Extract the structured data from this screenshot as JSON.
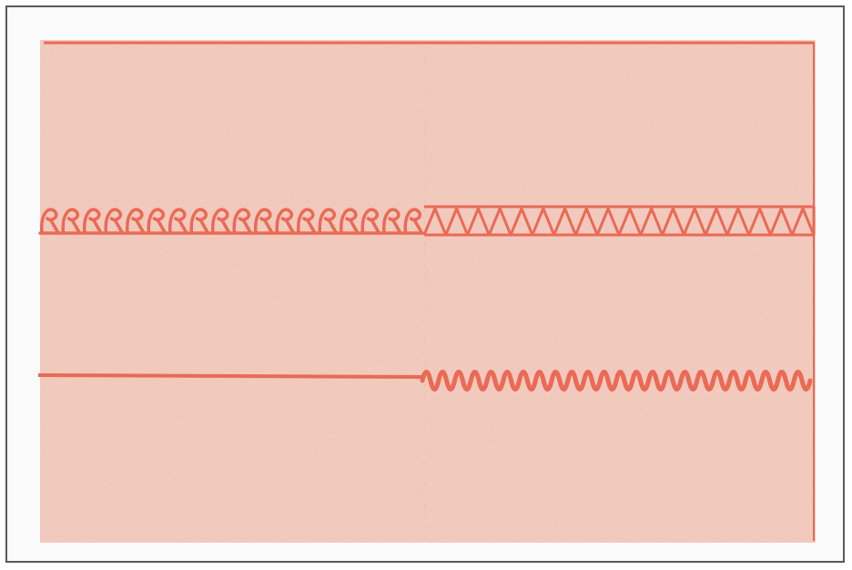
{
  "colors": {
    "background": "#ffffff",
    "frame_border": "#5a5a5a",
    "fabric": "#f2cdc1",
    "fabric_speck": "#d98c78",
    "thread": "#ea6a55"
  },
  "illustration": {
    "subject": "fabric-swatch-stitch-samples",
    "stitch_rows": [
      {
        "name": "top-straight-stitch",
        "segments": [
          "straight"
        ]
      },
      {
        "name": "middle-stitch-row",
        "segments": [
          "overlock-loop",
          "triangle-overlock"
        ]
      },
      {
        "name": "bottom-stitch-row",
        "segments": [
          "straight",
          "zigzag"
        ]
      }
    ]
  }
}
